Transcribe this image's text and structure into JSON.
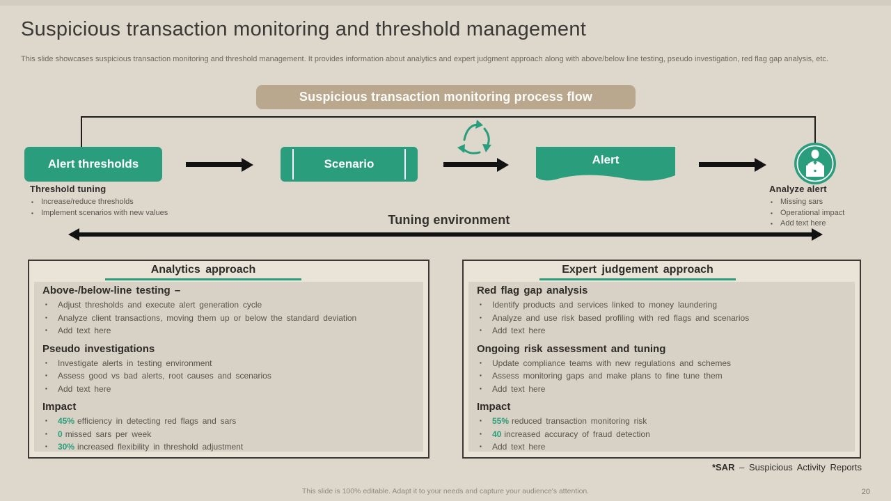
{
  "slide": {
    "title": "Suspicious transaction monitoring and threshold management",
    "description": "This slide showcases suspicious transaction monitoring and threshold management. It provides information about analytics and expert judgment approach along with above/below line testing, pseudo investigation, red flag gap analysis, etc.",
    "banner": "Suspicious transaction monitoring process flow",
    "tuning_environment": "Tuning environment",
    "footnote": {
      "term": "*SAR",
      "definition": "– Suspicious Activity Reports"
    },
    "footer_note": "This slide is 100% editable. Adapt it to your needs and capture your audience's attention.",
    "page_number": "20"
  },
  "colors": {
    "background": "#ddd7cc",
    "accent_green": "#2a9d7c",
    "banner_tan": "#b9a88e",
    "arrow_black": "#121212"
  },
  "icons": {
    "recycle": "recycle-arrows-icon",
    "analyst": "analyst-at-desk-icon"
  },
  "flow": {
    "nodes": [
      {
        "label": "Alert thresholds"
      },
      {
        "label": "Scenario"
      },
      {
        "label": "Alert"
      }
    ],
    "threshold_tuning": {
      "title": "Threshold tuning",
      "bullets": [
        "Increase/reduce thresholds",
        "Implement scenarios with new values"
      ]
    },
    "analyze_alert": {
      "title": "Analyze alert",
      "bullets": [
        "Missing sars",
        "Operational impact",
        "Add text here"
      ]
    }
  },
  "boxes": [
    {
      "title": "Analytics approach",
      "sections": [
        {
          "heading": "Above-/below-line testing –",
          "bullets": [
            {
              "text": "Adjust thresholds and execute alert generation cycle"
            },
            {
              "text": "Analyze client transactions, moving them up or below the standard deviation"
            },
            {
              "text": "Add text here"
            }
          ]
        },
        {
          "heading": "Pseudo investigations",
          "bullets": [
            {
              "text": "Investigate alerts in testing environment"
            },
            {
              "text": "Assess good vs bad alerts, root causes and scenarios"
            },
            {
              "text": "Add text here"
            }
          ]
        },
        {
          "heading": "Impact",
          "bullets": [
            {
              "num": "45%",
              "text": "efficiency in detecting red flags and sars"
            },
            {
              "num": "0",
              "text": "missed sars per week"
            },
            {
              "num": "30%",
              "text": "increased flexibility in threshold adjustment"
            }
          ]
        }
      ]
    },
    {
      "title": "Expert judgement approach",
      "sections": [
        {
          "heading": "Red flag gap analysis",
          "bullets": [
            {
              "text": "Identify products and services linked to money laundering"
            },
            {
              "text": "Analyze and use risk based profiling with red flags and scenarios"
            },
            {
              "text": "Add text here"
            }
          ]
        },
        {
          "heading": "Ongoing risk assessment and tuning",
          "bullets": [
            {
              "text": "Update compliance teams with new regulations and schemes"
            },
            {
              "text": "Assess monitoring gaps and make plans to fine tune them"
            },
            {
              "text": "Add text here"
            }
          ]
        },
        {
          "heading": "Impact",
          "bullets": [
            {
              "num": "55%",
              "text": "reduced transaction monitoring risk"
            },
            {
              "num": "40",
              "text": "increased accuracy of fraud detection"
            },
            {
              "text": "Add text here"
            }
          ]
        }
      ]
    }
  ]
}
